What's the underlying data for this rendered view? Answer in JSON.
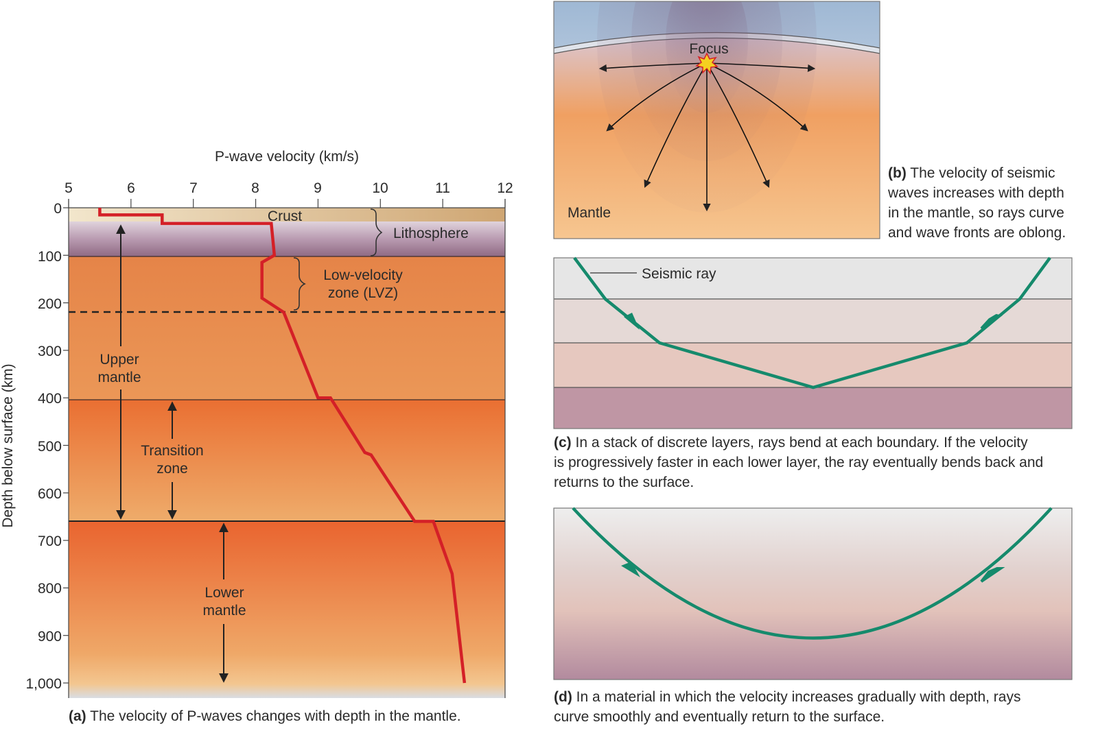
{
  "panel_a": {
    "x_axis_title": "P-wave velocity (km/s)",
    "y_axis_title": "Depth below surface (km)",
    "x_ticks": [
      "5",
      "6",
      "7",
      "8",
      "9",
      "10",
      "11",
      "12"
    ],
    "y_ticks": [
      "0",
      "100",
      "200",
      "300",
      "400",
      "500",
      "600",
      "700",
      "800",
      "900",
      "1,000"
    ],
    "labels": {
      "crust": "Crust",
      "lithosphere": "Lithosphere",
      "lvz_line1": "Low-velocity",
      "lvz_line2": "zone (LVZ)",
      "upper_line1": "Upper",
      "upper_line2": "mantle",
      "transition_line1": "Transition",
      "transition_line2": "zone",
      "lower_line1": "Lower",
      "lower_line2": "mantle"
    },
    "caption_letter": "(a)",
    "caption_text": " The velocity of P-waves changes with depth in the mantle.",
    "velocity_profile": [
      {
        "v": 5.5,
        "d": 0
      },
      {
        "v": 5.5,
        "d": 15
      },
      {
        "v": 6.5,
        "d": 15
      },
      {
        "v": 6.5,
        "d": 33
      },
      {
        "v": 8.25,
        "d": 33
      },
      {
        "v": 8.3,
        "d": 100
      },
      {
        "v": 8.1,
        "d": 115
      },
      {
        "v": 8.1,
        "d": 190
      },
      {
        "v": 8.45,
        "d": 220
      },
      {
        "v": 9.0,
        "d": 400
      },
      {
        "v": 9.2,
        "d": 400
      },
      {
        "v": 9.75,
        "d": 515
      },
      {
        "v": 9.85,
        "d": 520
      },
      {
        "v": 10.55,
        "d": 660
      },
      {
        "v": 10.85,
        "d": 660
      },
      {
        "v": 11.15,
        "d": 770
      },
      {
        "v": 11.35,
        "d": 1000
      }
    ],
    "velocity_range": [
      5,
      12
    ],
    "depth_range": [
      0,
      1000
    ]
  },
  "panel_b": {
    "focus_label": "Focus",
    "mantle_label": "Mantle",
    "caption_letter": "(b)",
    "caption_lines": [
      " The velocity of seismic",
      "waves increases with depth",
      "in the mantle, so rays curve",
      "and wave fronts are oblong."
    ]
  },
  "panel_c": {
    "ray_label": "Seismic ray",
    "caption_letter": "(c)",
    "caption_lines": [
      " In a stack of discrete layers, rays bend at each boundary. If the velocity",
      "is progressively faster in each lower layer, the ray eventually bends back and",
      "returns to the surface."
    ]
  },
  "panel_d": {
    "caption_letter": "(d)",
    "caption_lines": [
      " In a material in which the velocity increases gradually with depth, rays",
      "curve smoothly and eventually return to the surface."
    ]
  },
  "colors": {
    "profile_line": "#d42027",
    "ray": "#158a6c",
    "crust": "#e9d3ae",
    "lithosphere": "#a88aa3",
    "mantle_orange": "#e8894a"
  }
}
